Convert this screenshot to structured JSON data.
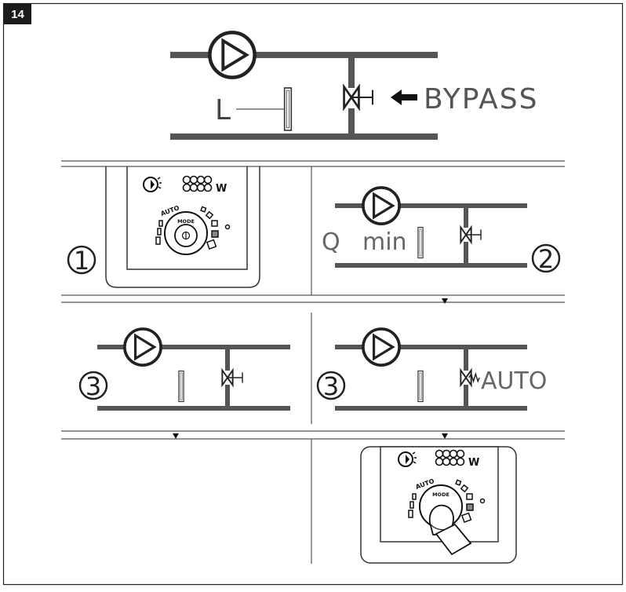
{
  "figure": {
    "number": "14",
    "bypass_label": "BYPASS",
    "flow_indicator_label": "L",
    "qmin_q": "Q",
    "qmin_min": "min",
    "auto_label": "AUTO",
    "steps": [
      "1",
      "2",
      "3",
      "3"
    ],
    "controller": {
      "w_label": "W",
      "auto_label": "AUTO",
      "mode_label": "MODE"
    }
  }
}
